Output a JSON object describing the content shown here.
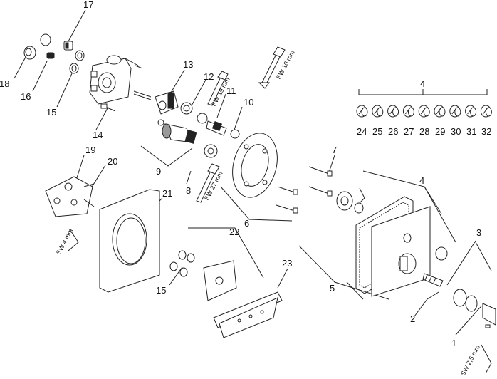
{
  "diagram": {
    "part_numbers": {
      "p1": "1",
      "p2": "2",
      "p3": "3",
      "p4a": "4",
      "p4b": "4",
      "p5": "5",
      "p6": "6",
      "p7": "7",
      "p8": "8",
      "p9": "9",
      "p10": "10",
      "p11": "11",
      "p12": "12",
      "p13": "13",
      "p14": "14",
      "p15a": "15",
      "p15b": "15",
      "p16": "16",
      "p17": "17",
      "p18": "18",
      "p19": "19",
      "p20": "20",
      "p21": "21",
      "p22": "22",
      "p23": "23"
    },
    "knob_set_numbers": [
      "24",
      "25",
      "26",
      "27",
      "28",
      "29",
      "30",
      "31",
      "32"
    ],
    "tool_labels": {
      "sw19": "SW 19 mm",
      "sw10": "SW 10 mm",
      "sw27": "SW 27 mm",
      "sw4": "SW 4 mm",
      "sw25": "SW 2,5 mm"
    }
  }
}
